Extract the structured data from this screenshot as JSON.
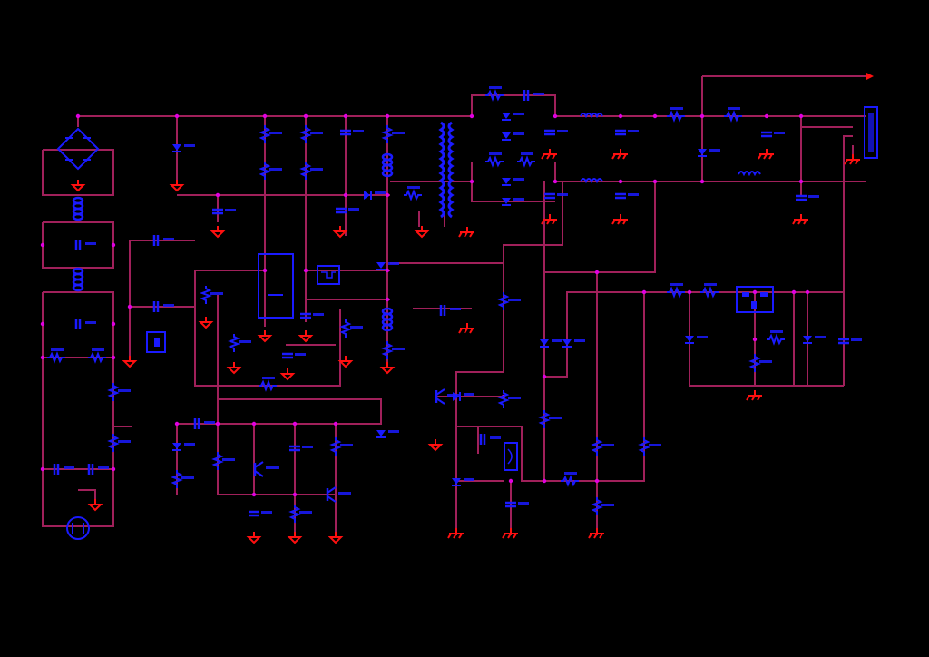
{
  "schematic": {
    "colors": {
      "background": "#000000",
      "wire": "#a0205a",
      "junction": "#e000e0",
      "component": "#1a1aff",
      "ground": "#ff1010",
      "label": "#1a1adc"
    },
    "component_kinds": [
      "bridge-rectifier",
      "inductor",
      "capacitor",
      "resistor",
      "diode",
      "transistor",
      "transformer",
      "ic",
      "connector",
      "fuse",
      "ground"
    ],
    "labels": []
  }
}
